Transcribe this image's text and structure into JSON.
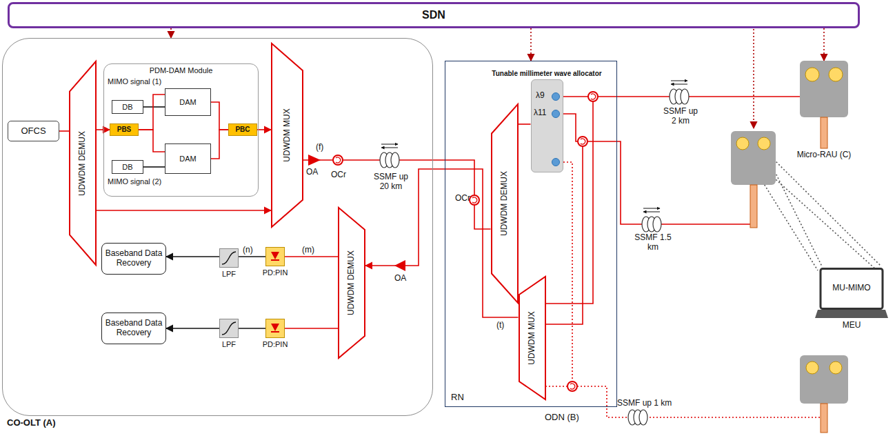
{
  "diagram": {
    "nodes": [
      {
        "text": [
          "SDN"
        ]
      },
      {
        "text": [
          "CO-OLT (A)"
        ]
      },
      {
        "text": [
          "OFCS"
        ],
        "in": 1
      },
      {
        "text": [
          "UDWDM DEMUX"
        ],
        "in": 1
      },
      {
        "text": [
          "PDM-DAM Module"
        ],
        "in": 1
      },
      {
        "text": [
          "DB"
        ],
        "in": 4
      },
      {
        "text": [
          "DAM"
        ],
        "in": 4
      },
      {
        "text": [
          "PBS"
        ],
        "in": 4
      },
      {
        "text": [
          "PBC"
        ],
        "in": 4
      },
      {
        "text": [
          "DB"
        ],
        "in": 4
      },
      {
        "text": [
          "DAM"
        ],
        "in": 4
      },
      {
        "text": [
          "UDWDM MUX"
        ],
        "in": 1
      },
      {
        "text": [
          "Baseband Data Recovery"
        ],
        "in": 1
      },
      {
        "text": [
          "LPF"
        ],
        "in": 1
      },
      {
        "text": [
          "PD:PIN"
        ],
        "in": 1
      },
      {
        "text": [
          "UDWDM DEMUX"
        ],
        "in": 1
      },
      {
        "text": [
          "Baseband Data Recovery"
        ],
        "in": 1
      },
      {
        "text": [
          "LPF"
        ],
        "in": 1
      },
      {
        "text": [
          "PD:PIN"
        ],
        "in": 1
      },
      {
        "text": [
          "RN"
        ]
      },
      {
        "text": [
          "UDWDM DEMUX"
        ],
        "in": 19
      },
      {
        "text": [
          "Tunable millimeter wave allocator"
        ],
        "in": 19
      },
      {
        "text": [
          "UDWDM MUX"
        ],
        "in": 19
      },
      {
        "text": [
          "Micro-RAU (C)"
        ]
      },
      {
        "text": [
          "MU-MIMO",
          "MEU"
        ]
      }
    ],
    "edges": [
      {
        "from": 0,
        "to": 1,
        "arrow": "to"
      },
      {
        "from": 0,
        "to": 19,
        "arrow": "to"
      },
      {
        "from": 0,
        "to": 23,
        "arrow": "to"
      },
      {
        "from": 2,
        "to": 3,
        "arrow": "none"
      },
      {
        "from": 3,
        "to": 7,
        "arrow": "to"
      },
      {
        "from": 5,
        "to": 6,
        "arrow": "none"
      },
      {
        "from": 7,
        "to": 6,
        "arrow": "none"
      },
      {
        "from": 7,
        "to": 10,
        "arrow": "none"
      },
      {
        "from": 9,
        "to": 10,
        "arrow": "none"
      },
      {
        "from": 6,
        "to": 8,
        "arrow": "none"
      },
      {
        "from": 10,
        "to": 8,
        "arrow": "none"
      },
      {
        "from": 8,
        "to": 11,
        "arrow": "to"
      },
      {
        "from": 3,
        "to": 11,
        "arrow": "to"
      },
      {
        "from": 11,
        "to": 20,
        "arrow": "none"
      },
      {
        "from": 20,
        "to": 21,
        "arrow": "none"
      },
      {
        "from": 21,
        "to": 23,
        "arrow": "none"
      },
      {
        "from": 22,
        "to": 15,
        "arrow": "to"
      },
      {
        "from": 15,
        "to": 14,
        "arrow": "none"
      },
      {
        "from": 14,
        "to": 13,
        "arrow": "none"
      },
      {
        "from": 13,
        "to": 12,
        "arrow": "to"
      },
      {
        "from": 15,
        "to": 18,
        "arrow": "none"
      },
      {
        "from": 18,
        "to": 17,
        "arrow": "none"
      },
      {
        "from": 17,
        "to": 16,
        "arrow": "to"
      }
    ],
    "labels": [
      "MIMO signal (1)",
      "MIMO signal (2)",
      "(f)",
      "OA",
      "OCr",
      "SSMF up 20 km",
      "OCr",
      "λ9",
      "λ11",
      "(t)",
      "ODN (B)",
      "SSMF up 2 km",
      "SSMF 1.5 km",
      "SSMF up 1 km",
      "(m)",
      "(n)",
      "OA"
    ]
  }
}
